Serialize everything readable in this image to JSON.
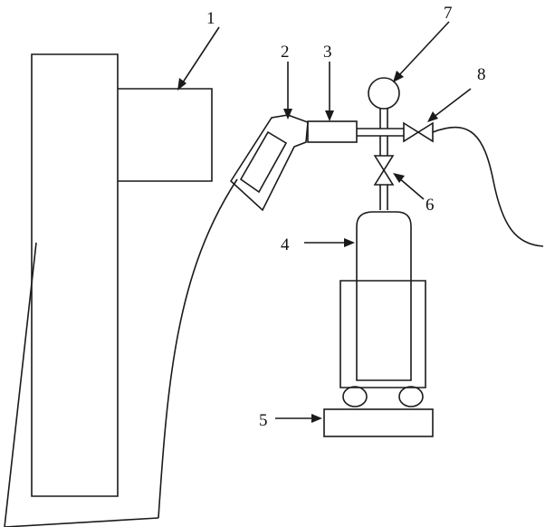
{
  "labels": {
    "l1": "1",
    "l2": "2",
    "l3": "3",
    "l4": "4",
    "l5": "5",
    "l6": "6",
    "l7": "7",
    "l8": "8"
  },
  "colors": {
    "ink": "#1a1a1a",
    "background": "#ffffff"
  }
}
